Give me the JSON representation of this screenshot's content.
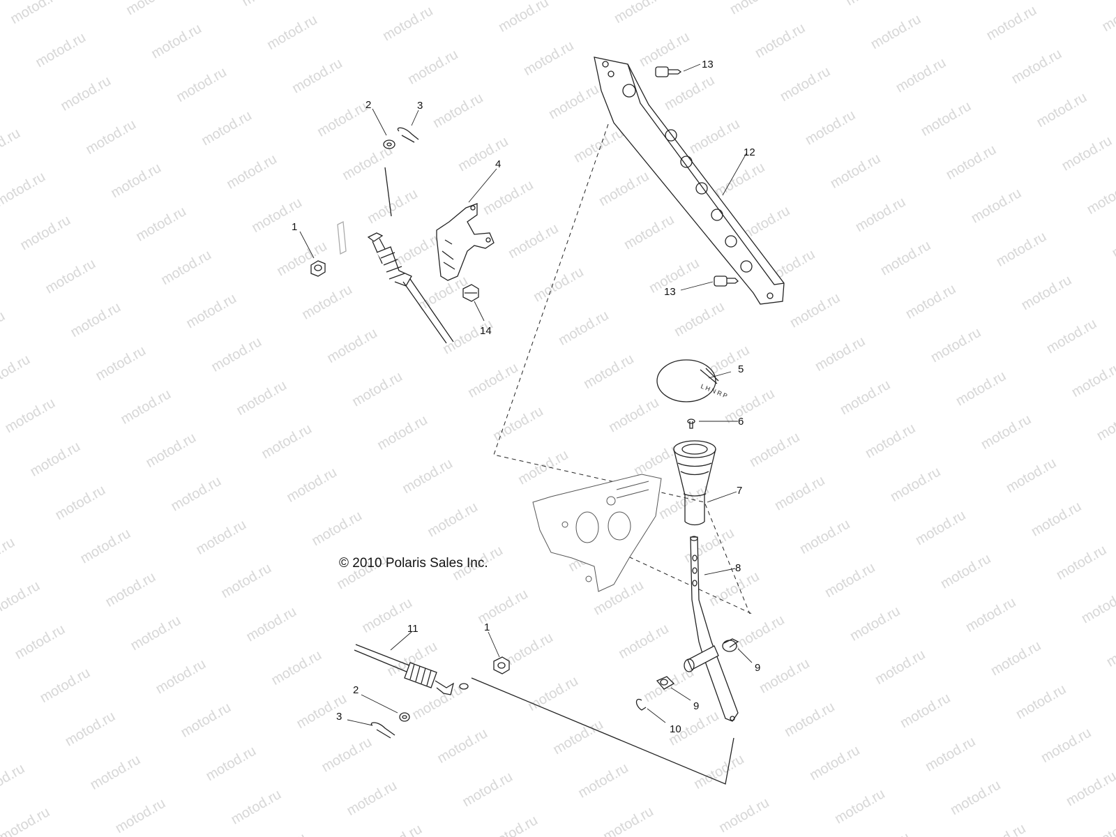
{
  "copyright": "© 2010 Polaris Sales Inc.",
  "watermark": "motod.ru",
  "colors": {
    "line": "#222222",
    "watermark": "#d6d6d6",
    "background": "#ffffff"
  },
  "callouts": {
    "c1_top": "1",
    "c2_top": "2",
    "c3_top": "3",
    "c4": "4",
    "c5": "5",
    "c6": "6",
    "c7": "7",
    "c8": "8",
    "c9_a": "9",
    "c9_b": "9",
    "c10": "10",
    "c11": "11",
    "c12": "12",
    "c13_top": "13",
    "c13_bottom": "13",
    "c14": "14",
    "c1_bottom": "1",
    "c2_bottom": "2",
    "c3_bottom": "3"
  },
  "parts": [
    "nut",
    "washer",
    "cotter-pin",
    "cable-bracket",
    "shift-knob-cap",
    "screw",
    "shift-knob",
    "shift-lever",
    "bushing",
    "e-clip",
    "shift-cable",
    "mounting-bar",
    "bolt",
    "bolt-flanged"
  ]
}
